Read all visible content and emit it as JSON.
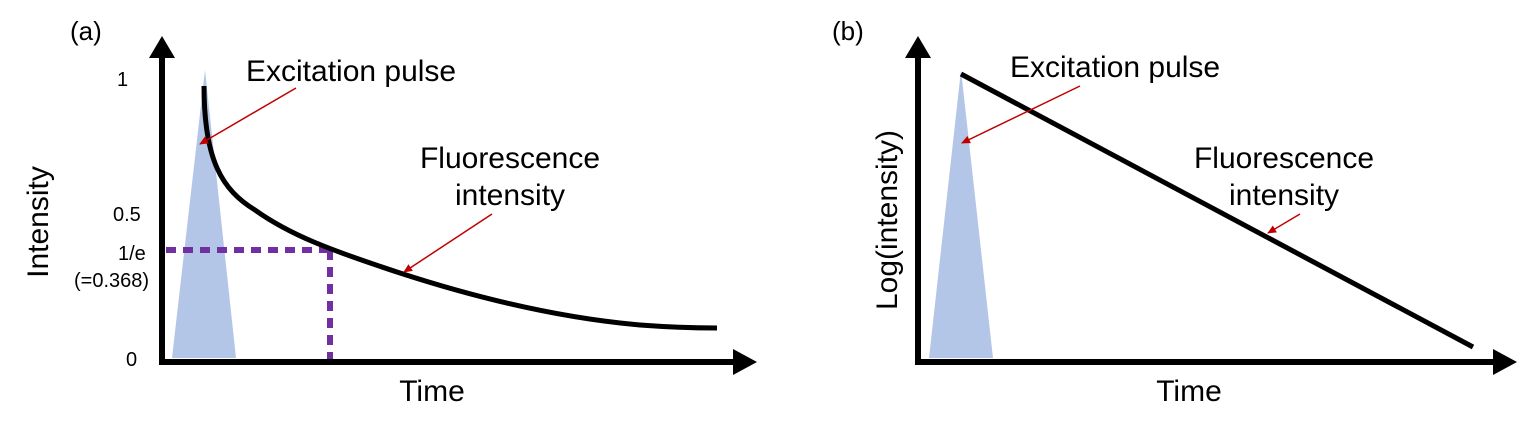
{
  "panel_a": {
    "label": "(a)",
    "ylabel": "Intensity",
    "xlabel": "Time",
    "ticks": {
      "one": "1",
      "half": "0.5",
      "inv_e": "1/e",
      "inv_e_value": "(=0.368)",
      "zero": "0"
    },
    "excitation_label": "Excitation pulse",
    "fluorescence_label_line1": "Fluorescence",
    "fluorescence_label_line2": "intensity"
  },
  "panel_b": {
    "label": "(b)",
    "ylabel": "Log(intensity)",
    "xlabel": "Time",
    "excitation_label": "Excitation pulse",
    "fluorescence_label_line1": "Fluorescence",
    "fluorescence_label_line2": "intensity"
  },
  "colors": {
    "pulse": "#b4c6e7",
    "curve": "#000000",
    "guide": "#7030a0",
    "pointer": "#c00000"
  }
}
